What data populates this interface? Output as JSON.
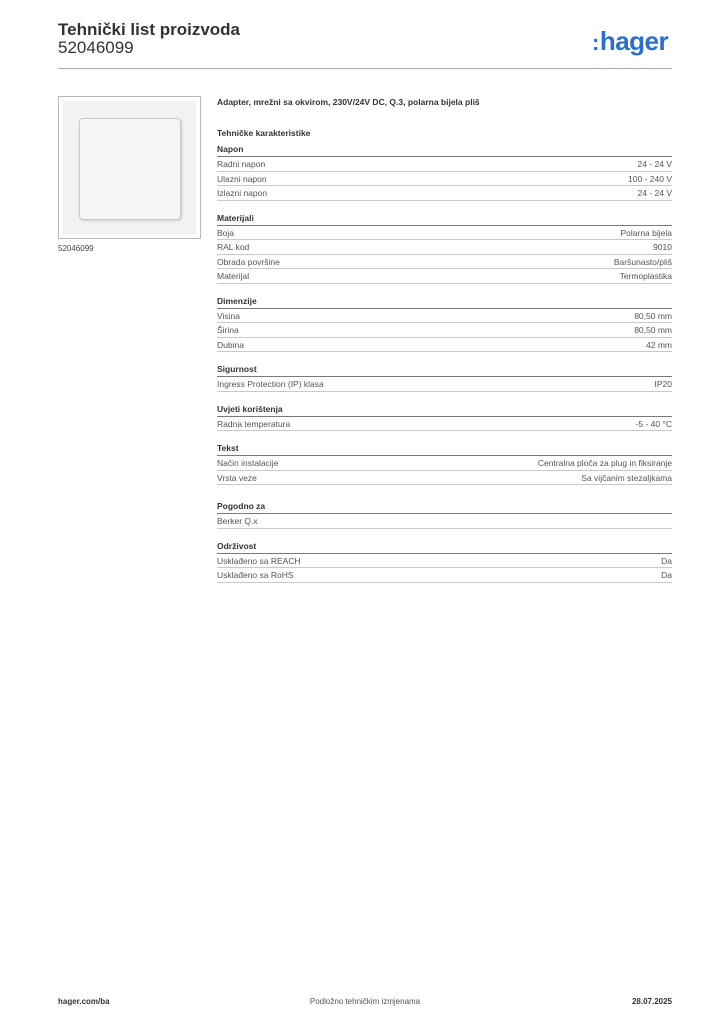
{
  "header": {
    "title": "Tehnički list proizvoda",
    "code": "52046099",
    "logo_text": "hager",
    "logo_color": "#2a6fc9"
  },
  "product_image": {
    "caption": "52046099"
  },
  "product": {
    "name": "Adapter, mrežni sa okvirom, 230V/24V DC, Q.3, polarna bijela pliš"
  },
  "section_title": "Tehničke karakteristike",
  "groups": [
    {
      "title": "Napon",
      "rows": [
        {
          "label": "Radni napon",
          "value": "24 - 24 V"
        },
        {
          "label": "Ulazni napon",
          "value": "100 - 240 V"
        },
        {
          "label": "Izlazni napon",
          "value": "24 - 24 V"
        }
      ]
    },
    {
      "title": "Materijali",
      "rows": [
        {
          "label": "Boja",
          "value": "Polarna bijela"
        },
        {
          "label": "RAL kod",
          "value": "9010"
        },
        {
          "label": "Obrada površine",
          "value": "Baršunasto/pliš"
        },
        {
          "label": "Materijal",
          "value": "Termoplastika"
        }
      ]
    },
    {
      "title": "Dimenzije",
      "rows": [
        {
          "label": "Visina",
          "value": "80,50 mm"
        },
        {
          "label": "Širina",
          "value": "80,50 mm"
        },
        {
          "label": "Dubina",
          "value": "42 mm"
        }
      ]
    },
    {
      "title": "Sigurnost",
      "rows": [
        {
          "label": "Ingress Protection (IP) klasa",
          "value": "IP20"
        }
      ]
    },
    {
      "title": "Uvjeti korištenja",
      "rows": [
        {
          "label": "Radna temperatura",
          "value": "-5 - 40 °C"
        }
      ]
    },
    {
      "title": "Tekst",
      "rows": [
        {
          "label": "Način instalacije",
          "value": "Centralna ploča za plug in fiksiranje"
        },
        {
          "label": "Vrsta veze",
          "value": "Sa vijčanim stezaljkama"
        }
      ]
    }
  ],
  "extra_groups": [
    {
      "title": "Pogodno za",
      "rows": [
        {
          "label": "Berker Q.x",
          "value": ""
        }
      ]
    },
    {
      "title": "Održivost",
      "rows": [
        {
          "label": "Usklađeno sa REACH",
          "value": "Da"
        },
        {
          "label": "Usklađeno sa RoHS",
          "value": "Da"
        }
      ]
    }
  ],
  "footer": {
    "website": "hager.com/ba",
    "note": "Podložno tehničkim izmjenama",
    "date": "28.07.2025"
  }
}
